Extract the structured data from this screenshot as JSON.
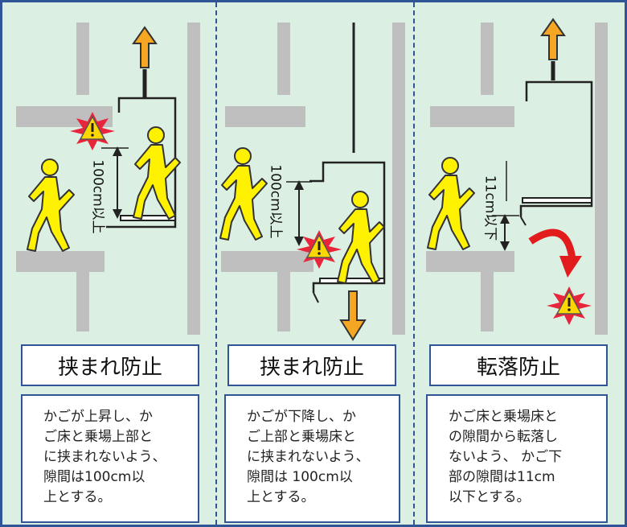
{
  "panels": [
    {
      "title": "挟まれ防止",
      "dimension": "100cm以上",
      "description": [
        "かごが上昇し、か",
        "ご床と乗場上部と",
        "に挟まれないよう、",
        "隙間は100cm以",
        "上とする。"
      ]
    },
    {
      "title": "挟まれ防止",
      "dimension": "100cm以上",
      "description": [
        "かごが下降し、か",
        "ご上部と乗場床と",
        "に挟まれないよう、",
        "隙間は 100cm以",
        "上とする。"
      ]
    },
    {
      "title": "転落防止",
      "dimension": "11cm以下",
      "description": [
        "かご床と乗場床と",
        "の隙間から転落し",
        "ないよう、 かご下",
        "部の隙間は11cm",
        "以下とする。"
      ]
    }
  ],
  "colors": {
    "background": "#dcefe3",
    "border": "#2f5597",
    "wall": "#bfbfbf",
    "arrow": "#f5a623",
    "person": "#fff200",
    "warning": "#ffd700",
    "burst": "#e8253a",
    "turn_arrow": "#e21c1c"
  },
  "icons": [
    "up-arrow-icon",
    "down-arrow-icon",
    "warning-icon",
    "person-icon",
    "curved-arrow-icon"
  ]
}
